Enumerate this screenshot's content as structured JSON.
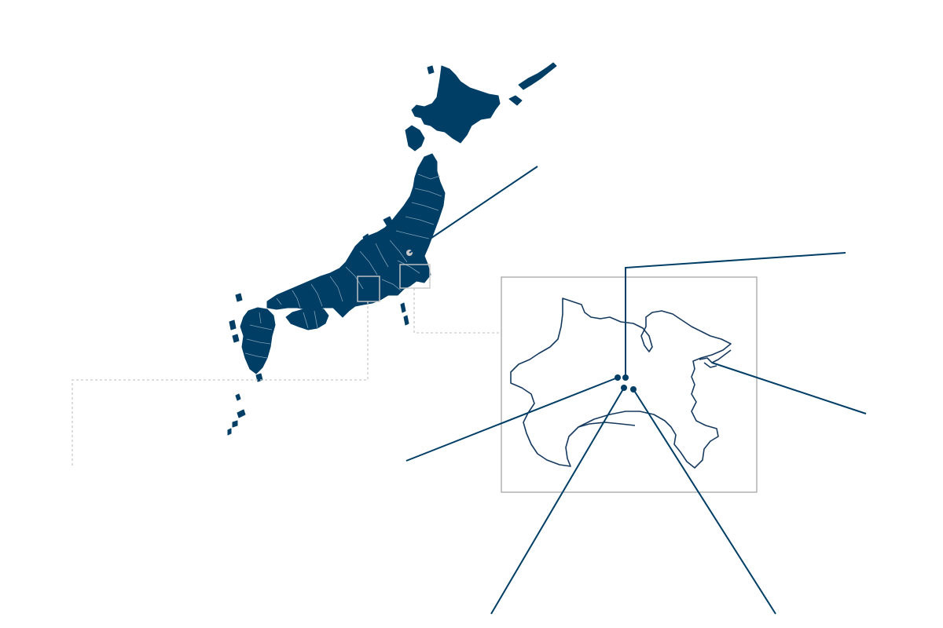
{
  "colors": {
    "land_fill": "#003e66",
    "land_stroke": "#003e66",
    "prefecture_border": "#7f9fb5",
    "callout_line": "#003e66",
    "marker_dot": "#003e66",
    "highlight_marker": "#c9c9c9",
    "highlight_box": "#c9c9c9",
    "inset_frame": "#a6a6a6",
    "leader_dashed": "#c9c9c9",
    "inset_outline": "#163a5f",
    "background": "#ffffff"
  },
  "icons": {
    "highlight_marker": "location-marker-icon"
  },
  "map": {
    "country": "japan-map",
    "highlight_regions": [
      "kanagawa-area-box",
      "shizuoka-area-box"
    ],
    "inset": "kanagawa-inset-map"
  },
  "markers": {
    "main_map_dots": 1,
    "inset_dots": 4
  }
}
